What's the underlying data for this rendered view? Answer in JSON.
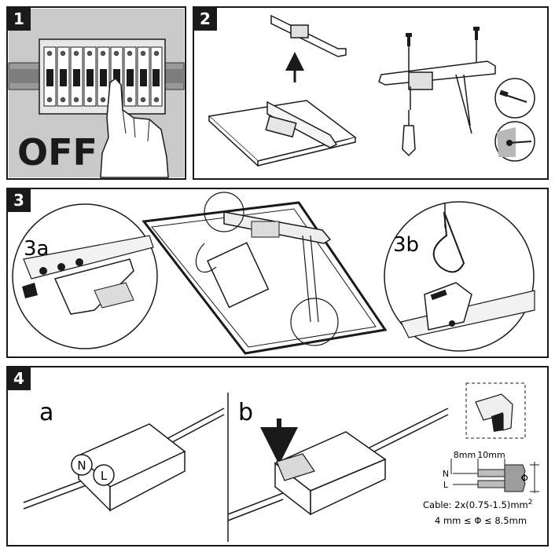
{
  "steps": [
    {
      "number": "1",
      "off_label": "OFF"
    },
    {
      "number": "2"
    },
    {
      "number": "3",
      "detail_a": "3a",
      "detail_b": "3b"
    },
    {
      "number": "4",
      "sub_a": "a",
      "sub_b": "b",
      "neutral": "N",
      "live": "L",
      "strip_1": "8mm",
      "strip_2": "10mm",
      "wire_n": "N",
      "wire_l": "L",
      "phi": "Φ",
      "cable_spec_prefix": "Cable: 2x(0.75-1.5)mm",
      "cable_spec_sup": "2",
      "diameter_spec": "4 mm ≤ Φ ≤ 8.5mm"
    }
  ],
  "colors": {
    "frame": "#1a1a1a",
    "bg": "#ffffff",
    "gray_panel": "#c8c8c8",
    "hand": "#ffffff"
  }
}
